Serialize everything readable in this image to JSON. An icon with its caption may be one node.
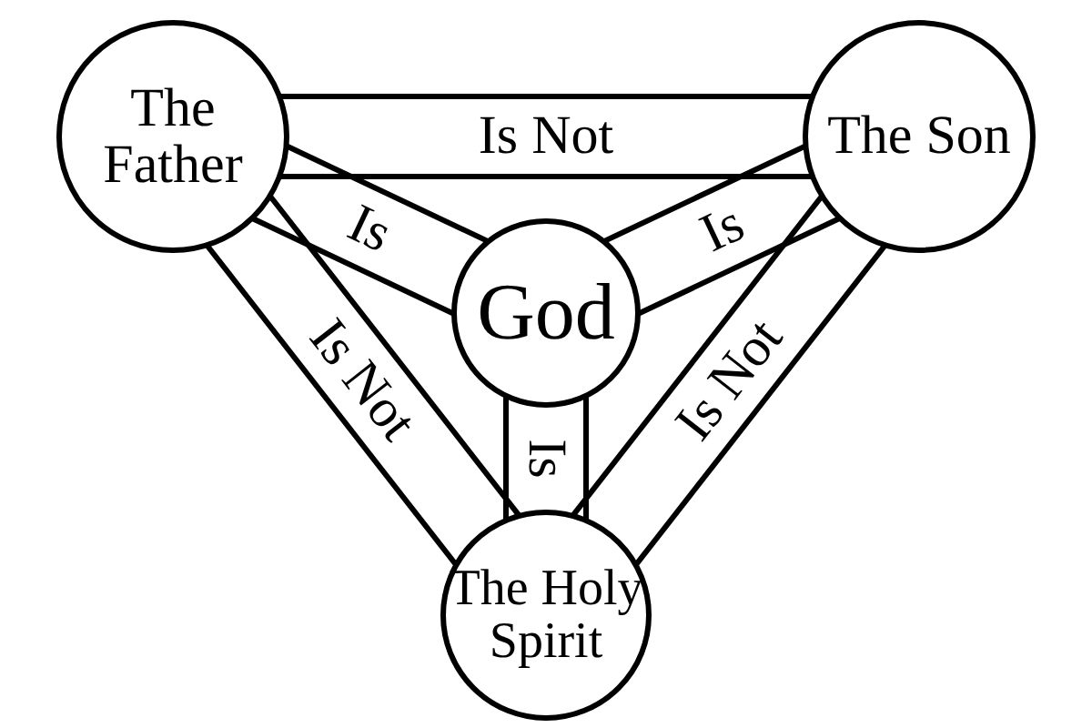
{
  "diagram": {
    "nodes": [
      {
        "text": [
          "The Father"
        ]
      },
      {
        "text": [
          "The Son"
        ]
      },
      {
        "text": [
          "God"
        ]
      },
      {
        "text": [
          "The Holy Spirit"
        ]
      }
    ],
    "edges": [
      {
        "from": 0,
        "to": 1,
        "arrow": "none",
        "label": "Is Not"
      },
      {
        "from": 0,
        "to": 2,
        "arrow": "none",
        "label": "Is"
      },
      {
        "from": 1,
        "to": 2,
        "arrow": "none",
        "label": "Is"
      },
      {
        "from": 0,
        "to": 3,
        "arrow": "none",
        "label": "Is Not"
      },
      {
        "from": 2,
        "to": 3,
        "arrow": "none",
        "label": "Is"
      },
      {
        "from": 1,
        "to": 3,
        "arrow": "none",
        "label": "Is Not"
      }
    ]
  }
}
